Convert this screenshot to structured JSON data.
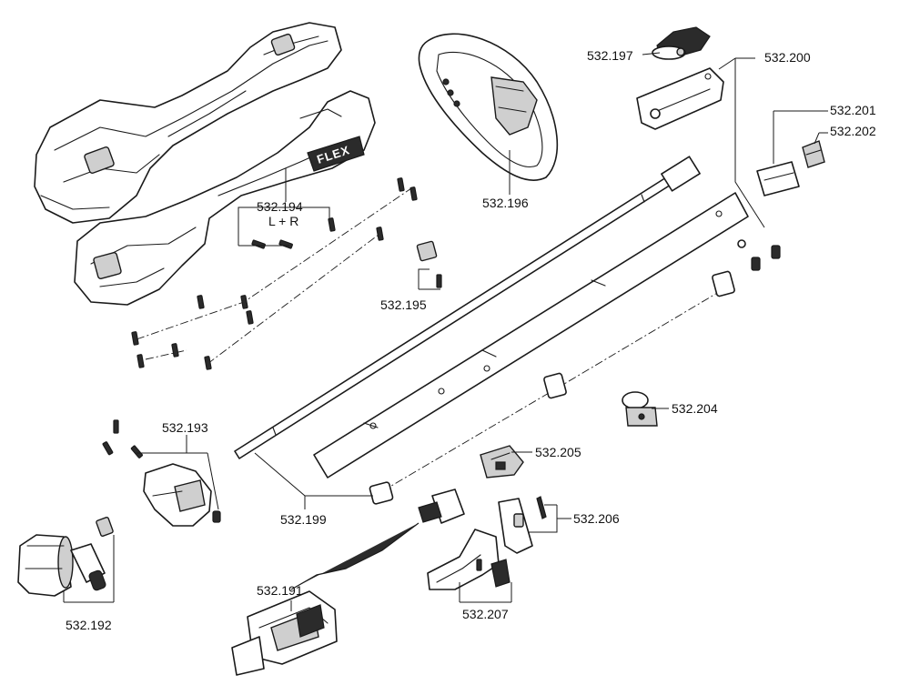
{
  "callouts": {
    "p191": "532.191",
    "p192": "532.192",
    "p193": "532.193",
    "p194": "532.194",
    "p194_note": "L + R",
    "p195": "532.195",
    "p196": "532.196",
    "p197": "532.197",
    "p199": "532.199",
    "p200": "532.200",
    "p201": "532.201",
    "p202": "532.202",
    "p204": "532.204",
    "p205": "532.205",
    "p206": "532.206",
    "p207": "532.207"
  },
  "housing_logo": "FLEX"
}
